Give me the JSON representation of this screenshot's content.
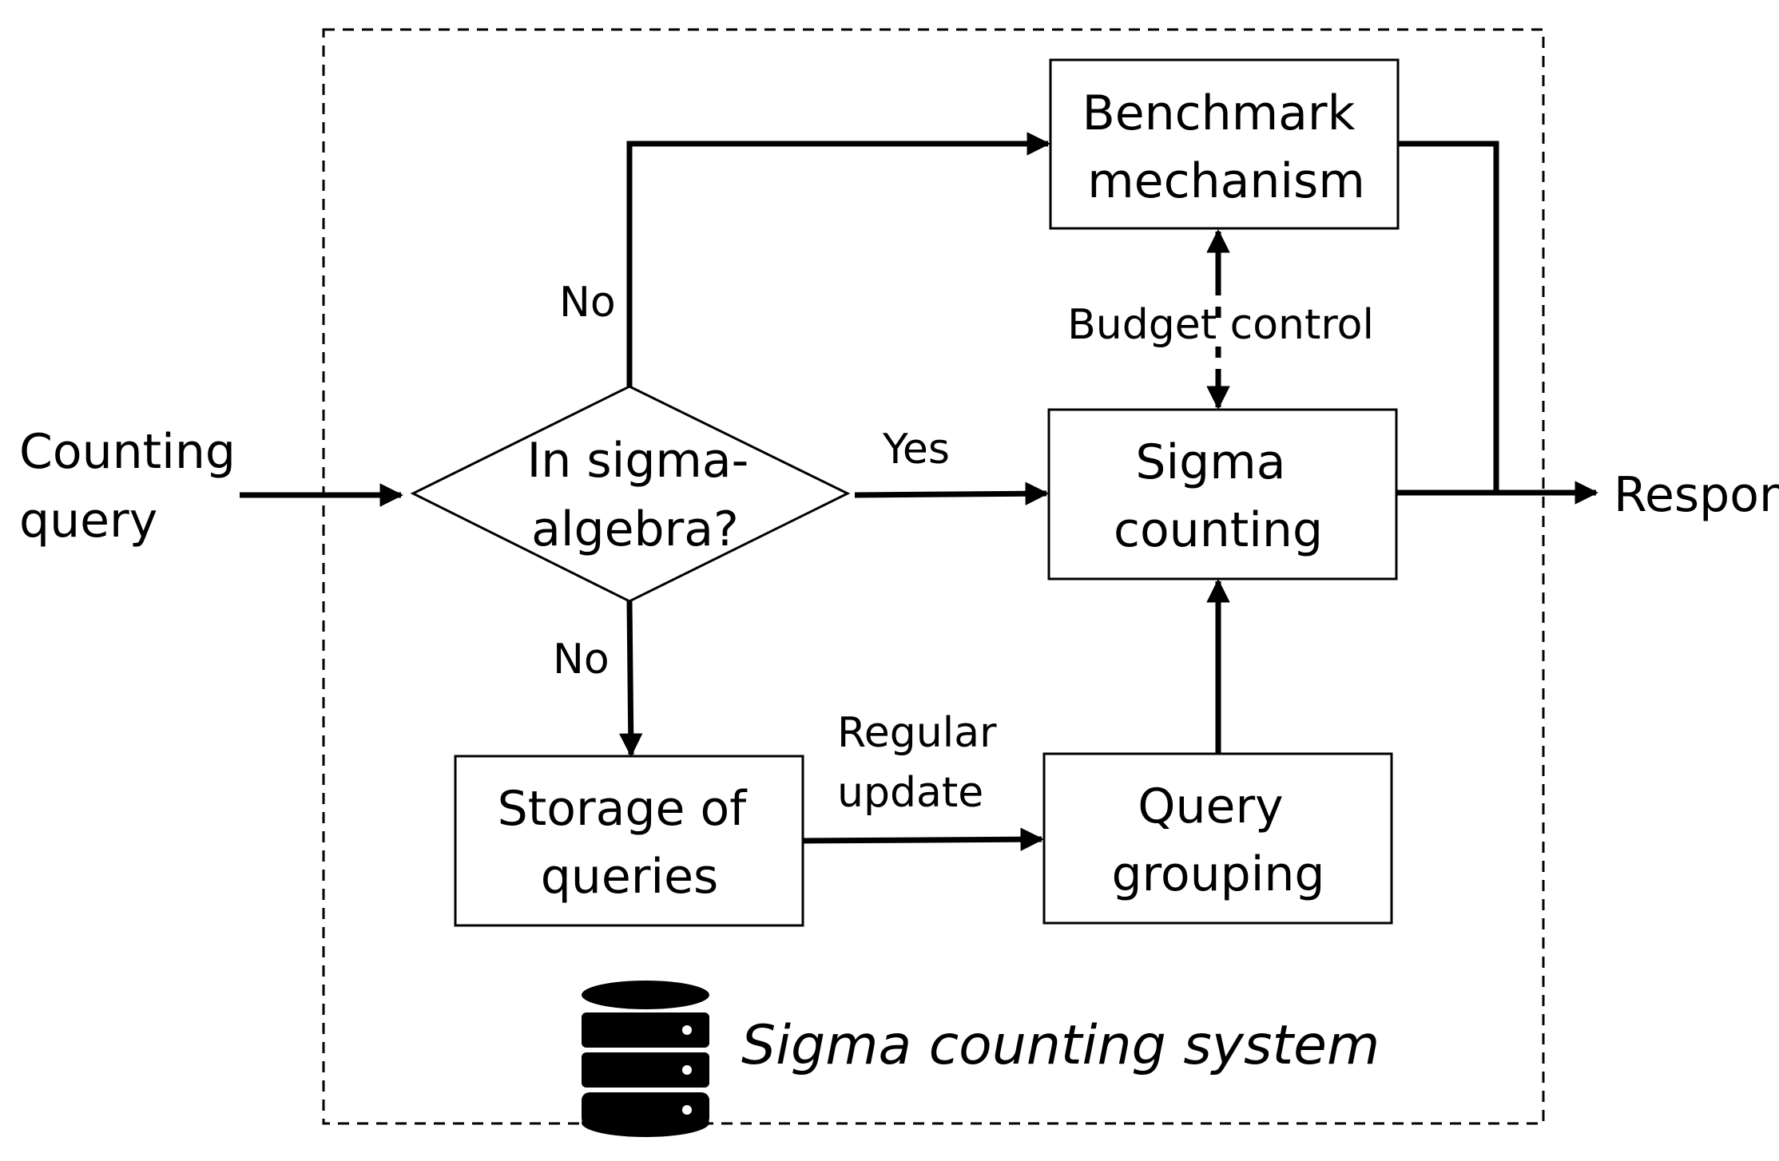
{
  "diagram": {
    "system_label": "Sigma counting system",
    "input": {
      "line1": "Counting",
      "line2": "query"
    },
    "output": {
      "label": "Response"
    },
    "decision": {
      "line1": "In sigma-",
      "line2": "algebra?"
    },
    "nodes": {
      "benchmark": {
        "line1": "Benchmark",
        "line2": "mechanism"
      },
      "sigma_counting": {
        "line1": "Sigma",
        "line2": "counting"
      },
      "storage": {
        "line1": "Storage of",
        "line2": "queries"
      },
      "grouping": {
        "line1": "Query",
        "line2": "grouping"
      }
    },
    "edges": {
      "no_top": "No",
      "yes": "Yes",
      "no_bottom": "No",
      "budget": "Budget control",
      "regular_line1": "Regular",
      "regular_line2": "update"
    },
    "icon": "database-icon"
  }
}
